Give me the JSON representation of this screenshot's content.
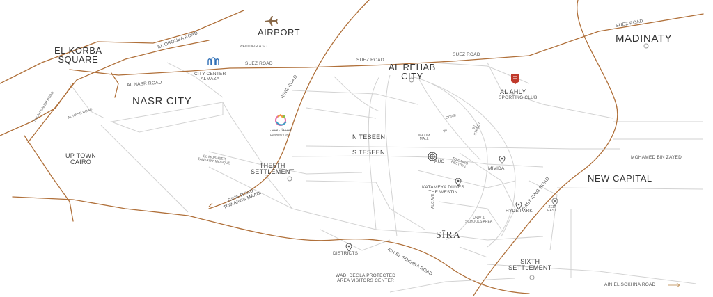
{
  "map": {
    "colors": {
      "road": "#b0703a",
      "street": "#cfcfcf",
      "text": "#333333",
      "accent": "#c0392b"
    },
    "areas": {
      "el_korba": "EL KORBA\nSQUARE",
      "airport": "AIRPORT",
      "madinaty": "MADINATY",
      "al_rehab": "AL REHAB\nCITY",
      "nasr_city": "NASR CITY",
      "up_town": "UP TOWN\nCAIRO",
      "fifth_settlement": "THE5TH\nSETTLEMENT",
      "new_capital": "NEW CAPITAL",
      "sixth_settlement": "SIXTH\nSETTLEMENT",
      "al_ahly": "AL AHLY",
      "al_ahly_sub": "SPORTING CLUB",
      "city_center": "CITY CENTER\nALMAZA",
      "festival_city": "Festival City",
      "festival_city_ar": "فستيفال سيتي",
      "auc": "AUC",
      "mivida": "MIVIDA",
      "katameya": "KATAMEYA DUNES\nTHE WESTIN",
      "hyde_park": "HYDE PARK",
      "districts": "DISTRICTS",
      "univ": "UNIV &\nSCHOOLS AREA",
      "wadi_degla_visitors": "WADI DEGLA PROTECTED\nAREA VISITORS CENTER",
      "sira": "SĪRA",
      "wadi_degla_sc": "WADI DEGLA SC",
      "el_mosheer": "EL MOSHEER\nTANTAWY MOSQUE",
      "nasr_city_mall": "MAXIM\nMALL",
      "zed_east": "ZED\nEAST"
    },
    "roads": {
      "el_orouba": "EL OROUBA ROAD",
      "suez_1": "SUEZ ROAD",
      "suez_2": "SUEZ ROAD",
      "suez_3": "SUEZ ROAD",
      "suez_4": "SUEZ ROAD",
      "al_nasr": "AL NASR ROAD",
      "ring_road": "RING ROAD",
      "salah_salem": "SALAH SALEM ROAD",
      "nasr_road": "AL NASR ROAD",
      "n_teseen": "N TESEEN",
      "s_teseen": "S TESEEN",
      "ring_maadi": "RING ROAD\nTOWARDS MAADI",
      "mohamed_bin_zayed": "MOHAMED BIN ZAYED",
      "east_ring": "EAST RING ROAD",
      "ain_sokhna_1": "AIN EL SOKHNA ROAD",
      "ain_sokhna_2": "AIN EL SOKHNA ROAD",
      "auc_ave": "AUC AVE",
      "ninety": "90",
      "street_90": "90\nSTREET",
      "road_90_st": "TO CAIRO\nFESTIVAL",
      "diyar": "DIYAR",
      "south_90": "S TESEEN"
    }
  }
}
